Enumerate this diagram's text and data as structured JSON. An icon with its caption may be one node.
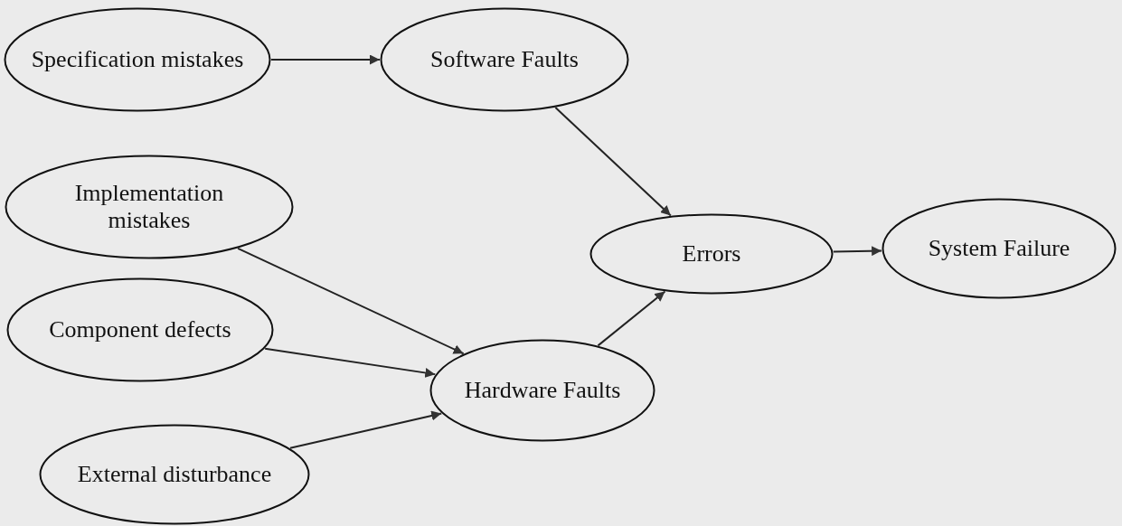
{
  "diagram": {
    "nodes": [
      {
        "text": [
          "Specification mistakes"
        ]
      },
      {
        "text": [
          "Software Faults"
        ]
      },
      {
        "text": [
          "Implementation mistakes"
        ]
      },
      {
        "text": [
          "Component defects"
        ]
      },
      {
        "text": [
          "External disturbance"
        ]
      },
      {
        "text": [
          "Hardware Faults"
        ]
      },
      {
        "text": [
          "Errors"
        ]
      },
      {
        "text": [
          "System Failure"
        ]
      }
    ],
    "edges": [
      {
        "from": 0,
        "to": 1,
        "arrow": "to"
      },
      {
        "from": 1,
        "to": 6,
        "arrow": "to"
      },
      {
        "from": 2,
        "to": 5,
        "arrow": "to"
      },
      {
        "from": 3,
        "to": 5,
        "arrow": "to"
      },
      {
        "from": 4,
        "to": 5,
        "arrow": "to"
      },
      {
        "from": 5,
        "to": 6,
        "arrow": "to"
      },
      {
        "from": 6,
        "to": 7,
        "arrow": "to"
      }
    ]
  }
}
